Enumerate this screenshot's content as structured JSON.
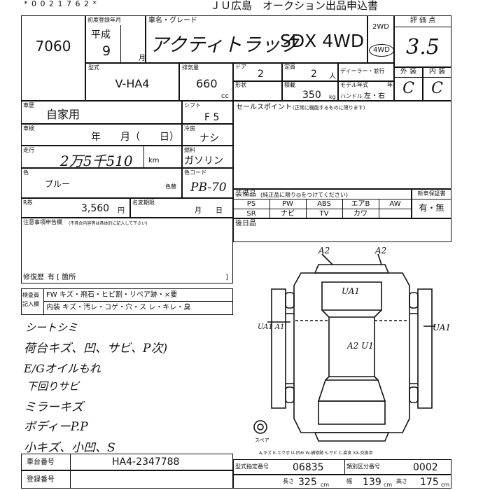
{
  "header": {
    "lot_code": "* 0 0 2 1 7 6 2 *",
    "title": "ＪＵ広島　オークション出品申込書"
  },
  "lot_number": "7060",
  "registration": {
    "label": "初度登録年月",
    "era": "平成",
    "year": "9",
    "month_unit": "月"
  },
  "model": {
    "label": "車名・グレード",
    "name": "アクティトラック",
    "grade": "SDX  4WD"
  },
  "drive": {
    "two": "2WD",
    "four": "4WD",
    "selected": "4WD"
  },
  "rating": {
    "label": "評 価 点",
    "value": "3.5",
    "exterior_label": "外 装",
    "interior_label": "内 装",
    "exterior": "C",
    "interior": "C"
  },
  "specs": {
    "type_label": "型式",
    "type": "V-HA4",
    "displacement_label": "排気量",
    "displacement": "660",
    "displacement_unit": "cc",
    "doors_label": "ドア",
    "doors": "2",
    "capacity_label": "定員",
    "capacity": "2",
    "capacity_unit": "人",
    "dealer_label": "ディーラー・並行",
    "shape_label": "形状",
    "load_label": "積載",
    "load": "350",
    "load_unit": "kg",
    "model_year_label": "モデル年式",
    "model_year_unit": "年",
    "handle_label": "ハンドル",
    "handle": "左・右"
  },
  "details": {
    "use_label": "車歴",
    "use": "自家用",
    "shift_label": "シフト",
    "shift": "F 5",
    "inspection_label": "車検",
    "inspection": "年　　月（　　日）",
    "ac_label": "冷房",
    "ac": "ナシ",
    "mileage_label": "走行",
    "mileage": "2万5千510",
    "mileage_unit": "km",
    "fuel_label": "燃料",
    "fuel": "ガソリン",
    "color_label": "色",
    "color": "ブルー",
    "color_change_label": "色替",
    "color_code_label": "色コード",
    "color_code": "PB-70",
    "recycle_label": "R券",
    "recycle": "3,560",
    "recycle_unit": "円",
    "name_change_label": "名変期限",
    "name_change": "月　　日",
    "notes_label": "注意事項申告欄",
    "notes_sub": "(不具合内容等は具体的に記入して下さい)",
    "repair_label": "修復歴",
    "repair": "有 [ 箇所",
    "repair_end": "]"
  },
  "sales_point": {
    "label": "セールスポイント",
    "sub": "(正常に機能するものに限ります)"
  },
  "equipment": {
    "label": "装備品",
    "sub": "(純正品に限り◎をつけてください)",
    "row1": [
      "PS",
      "PW",
      "ABS",
      "エアB",
      "AW"
    ],
    "row2": [
      "SR",
      "ナビ",
      "TV",
      "カワ",
      ""
    ],
    "warranty_label": "新車保証書",
    "warranty": "有・無"
  },
  "rear_seat_label": "後日品",
  "inspection_codes": {
    "label1": "検査員",
    "label2": "記入欄",
    "exterior_line": "FW  キズ・飛石・ヒビ割・リペア跡・×要",
    "interior_line": "内装  キズ・汚レ・コゲ・穴・ス レ・キレ・臭"
  },
  "handwritten_notes": [
    "シートシミ",
    "荷台キズ、凹、サビ、P次)",
    "E/Gオイルもれ",
    "下回りサビ",
    "ミラーキズ",
    "ボディーP.P",
    "小キズ、小凹、S"
  ],
  "diagram": {
    "marks": [
      "A2",
      "A2",
      "UA1",
      "UA1 A1",
      "UA1",
      "A2 U1"
    ],
    "spare_label": "スペア",
    "legend": "A-キズ  E-エクボ  U-凹み  W-補修跡  S-サビ  C-腐食  XX-交換済"
  },
  "footer": {
    "chassis_label": "車台番号",
    "chassis": "HA4-2347788",
    "plate_label": "登録番号",
    "type_cert_label": "型式指定番号",
    "type_cert": "06835",
    "class_label": "類別区分番号",
    "class": "0002",
    "length_label": "長さ",
    "length": "325",
    "width_label": "幅",
    "width": "139",
    "height_label": "高さ",
    "height": "175",
    "dim_unit": "cm"
  }
}
